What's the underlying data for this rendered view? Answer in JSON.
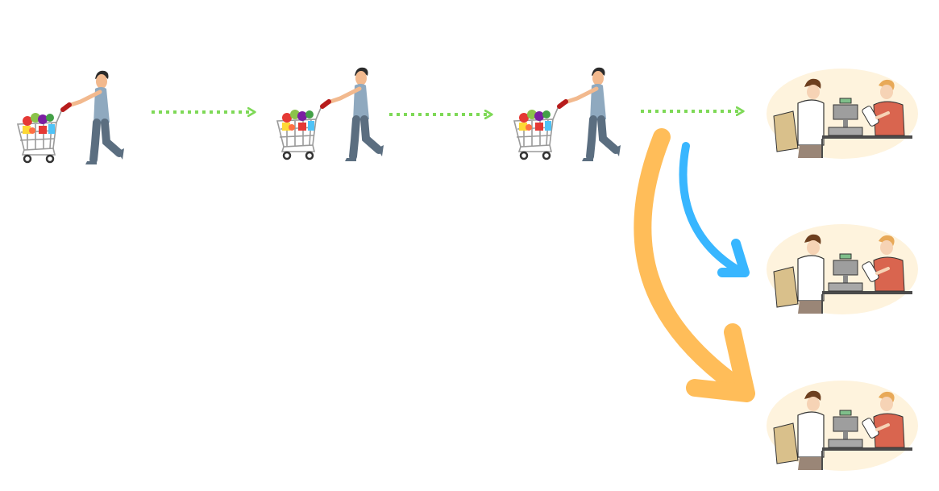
{
  "diagram": {
    "shoppers": [
      {
        "icon": "shopper-with-cart-icon"
      },
      {
        "icon": "shopper-with-cart-icon"
      },
      {
        "icon": "shopper-with-cart-icon"
      }
    ],
    "checkouts": [
      {
        "icon": "checkout-counter-icon"
      },
      {
        "icon": "checkout-counter-icon"
      },
      {
        "icon": "checkout-counter-icon"
      }
    ],
    "connectors": [
      {
        "style": "dotted",
        "color": "#7ED957"
      },
      {
        "style": "dotted",
        "color": "#7ED957"
      },
      {
        "style": "dotted",
        "color": "#7ED957"
      },
      {
        "style": "curved",
        "color": "#38B6FF"
      },
      {
        "style": "curved",
        "color": "#FFBD59"
      }
    ],
    "colors": {
      "green": "#7ED957",
      "blue": "#38B6FF",
      "orange": "#FFBD59",
      "checkout_bg": "#FEF3DD",
      "shirt": "#8FA9BF",
      "pants": "#5B6E80",
      "hair": "#2B2B2B",
      "skin": "#F2B98E",
      "glove": "#B71C1C",
      "cashier_shirt": "#D9654F"
    }
  }
}
